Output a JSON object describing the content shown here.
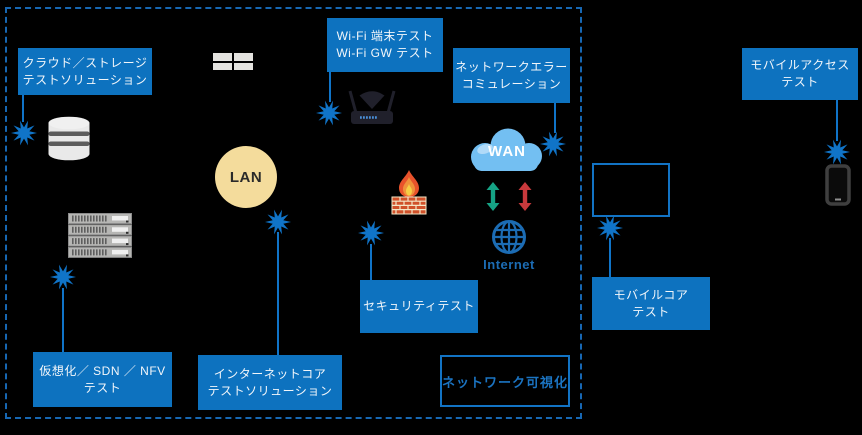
{
  "diagram": {
    "labels": {
      "cloud_storage": {
        "line1": "クラウド／ストレージ",
        "line2": "テストソリューション"
      },
      "wifi": {
        "line1": "Wi-Fi 端末テスト",
        "line2": "Wi-Fi GW テスト"
      },
      "network_error": {
        "line1": "ネットワークエラー",
        "line2": "コミュレーション"
      },
      "mobile_access": {
        "line1": "モバイルアクセス",
        "line2": "テスト"
      },
      "virtualization": {
        "line1": "仮想化／ SDN ／ NFV",
        "line2": "テスト"
      },
      "internet_core": {
        "line1": "インターネットコア",
        "line2": "テストソリューション"
      },
      "security": {
        "line1": "セキュリティテスト"
      },
      "mobile_core": {
        "line1": "モバイルコア",
        "line2": "テスト"
      },
      "network_visualization": {
        "line1": "ネットワーク可視化"
      }
    },
    "nodes": {
      "lan": "LAN",
      "wan": "WAN",
      "internet": "Internet"
    },
    "icons": {
      "burst-icon": "blue 10-point starburst test marker",
      "database-icon": "gray storage cylinder",
      "four-tiles-icon": "2x2 light gray tiles",
      "server-rack-icon": "gray 4-unit server rack",
      "wifi-router-icon": "black router with two antennas and wifi fan",
      "firewall-icon": "brick wall with flame",
      "wan-cloud-icon": "light blue cloud",
      "up-down-arrow-green-icon": "teal double-headed vertical arrow",
      "up-down-arrow-red-icon": "red double-headed vertical arrow",
      "internet-globe-icon": "blue wireframe globe",
      "monitor-outline-icon": "empty blue outlined rectangle",
      "smartphone-icon": "dark smartphone outline"
    },
    "colors": {
      "label_box": "#0D72BF",
      "label_text": "#F2F6FA",
      "accent_line": "#1074C8",
      "dashed_border": "#1767B2",
      "outline_box_border": "#1273C4",
      "outline_box_text": "#1B74C2",
      "lan_fill": "#F4DC9C",
      "wan_fill": "#73BFF2",
      "internet_blue": "#1C6CB4",
      "arrow_green": "#16A385",
      "arrow_red": "#C8393C",
      "background": "#000000"
    }
  }
}
